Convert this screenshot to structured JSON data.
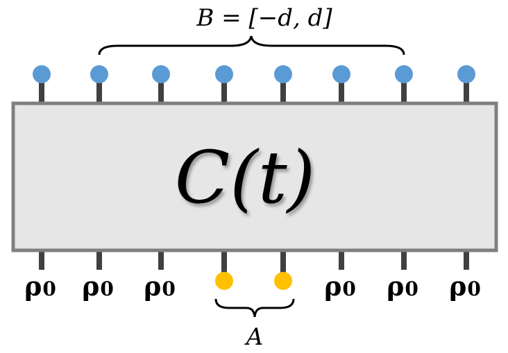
{
  "diagram": {
    "circuit_label": "C(t)",
    "top_brace_label": "B = [−d, d]",
    "bottom_brace_label": "A",
    "input_state_label": "ρ",
    "input_state_subscript": "0",
    "wire_count": 8,
    "region_a_wires": [
      3,
      4
    ],
    "region_b_wires": [
      1,
      6
    ],
    "colors": {
      "box_fill": "#e6e6e6",
      "box_stroke": "#7f7f7f",
      "wire": "#404040",
      "top_node": "#5b9bd5",
      "region_a_node": "#ffc000",
      "text": "#000000"
    }
  }
}
